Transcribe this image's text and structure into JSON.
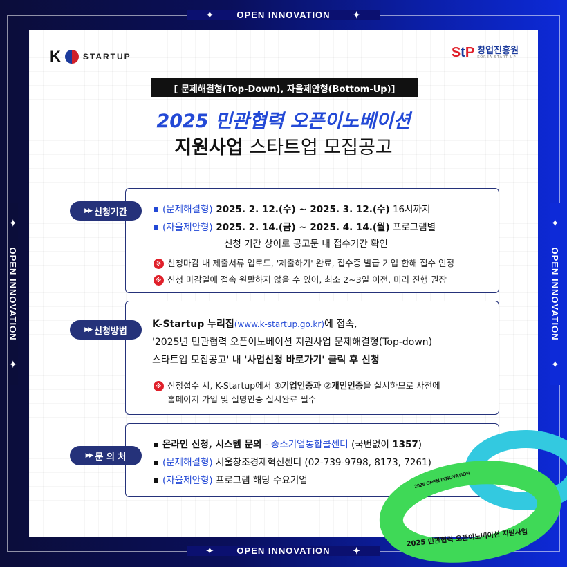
{
  "edge": {
    "label": "OPEN INNOVATION"
  },
  "logos": {
    "kstartup_k": "K",
    "kstartup_text": "STARTUP",
    "agency_s": "S",
    "agency_t": "t",
    "agency_p": "P",
    "agency_name": "창업진흥원",
    "agency_sub": "KOREA START UP"
  },
  "header": {
    "tagline": "[ 문제해결형(Top-Down), 자율제안형(Bottom-Up)]",
    "title_line1": "2025 민관협력 오픈이노베이션",
    "title_line2_bold": "지원사업",
    "title_line2_rest": " 스타트업 모집공고"
  },
  "sections": {
    "period": {
      "label": "신청기간",
      "row1_tag": "(문제해결형)",
      "row1_value": " 2025. 2. 12.(수) ~ 2025. 3. 12.(수)",
      "row1_tail": " 16시까지",
      "row2_tag": "(자율제안형)",
      "row2_value": " 2025. 2. 14.(금) ~ 2025. 4. 14.(월)",
      "row2_tail": " 프로그램별",
      "row3": "신청 기간 상이로 공고문 내 접수기간 확인",
      "note1": "신청마감 내 제출서류 업로드, '제출하기' 완료, 접수증 발급 기업 한해 접수 인정",
      "note2": "신청 마감일에 접속 원활하지 않을 수 있어, 최소 2~3일 이전, 미리 진행 권장"
    },
    "method": {
      "label": "신청방법",
      "line1_bold": "K-Startup 누리집",
      "line1_url": "(www.k-startup.go.kr)",
      "line1_rest": "에 접속,",
      "line2": "'2025년 민관협력 오픈이노베이션 지원사업 문제해결형(Top-down)",
      "line3_a": "스타트업 모집공고' 내 ",
      "line3_b": "'사업신청 바로가기' 클릭 후 신청",
      "note_a": "신청접수 시, K-Startup에서 ",
      "note_b": "①기업인증과 ②개인인증",
      "note_c": "을 실시하므로 사전에",
      "note2": "홈페이지 가입 및 실명인증 실시완료 필수"
    },
    "contact": {
      "label": "문 의 처",
      "row1_bold": "온라인 신청, 시스템 문의",
      "row1_dash": " - ",
      "row1_blue": "중소기업통합콜센터",
      "row1_a": " (국번없이 ",
      "row1_num": "1357",
      "row1_b": ")",
      "row2_tag": "(문제해결형)",
      "row2_rest": " 서울창조경제혁신센터 (02-739-9798, 8173, 7261)",
      "row3_tag": "(자율제안형)",
      "row3_rest": " 프로그램 해당 수요기업"
    }
  },
  "wristband": {
    "small_text": "2025 OPEN INNOVATION",
    "big_text": "2025 민관협력 오픈이노베이션 지원사업",
    "green": "#3fd957",
    "cyan": "#33c9e0"
  },
  "colors": {
    "accent": "#2349d6",
    "navy": "#25327a",
    "warn": "#e0202a"
  }
}
